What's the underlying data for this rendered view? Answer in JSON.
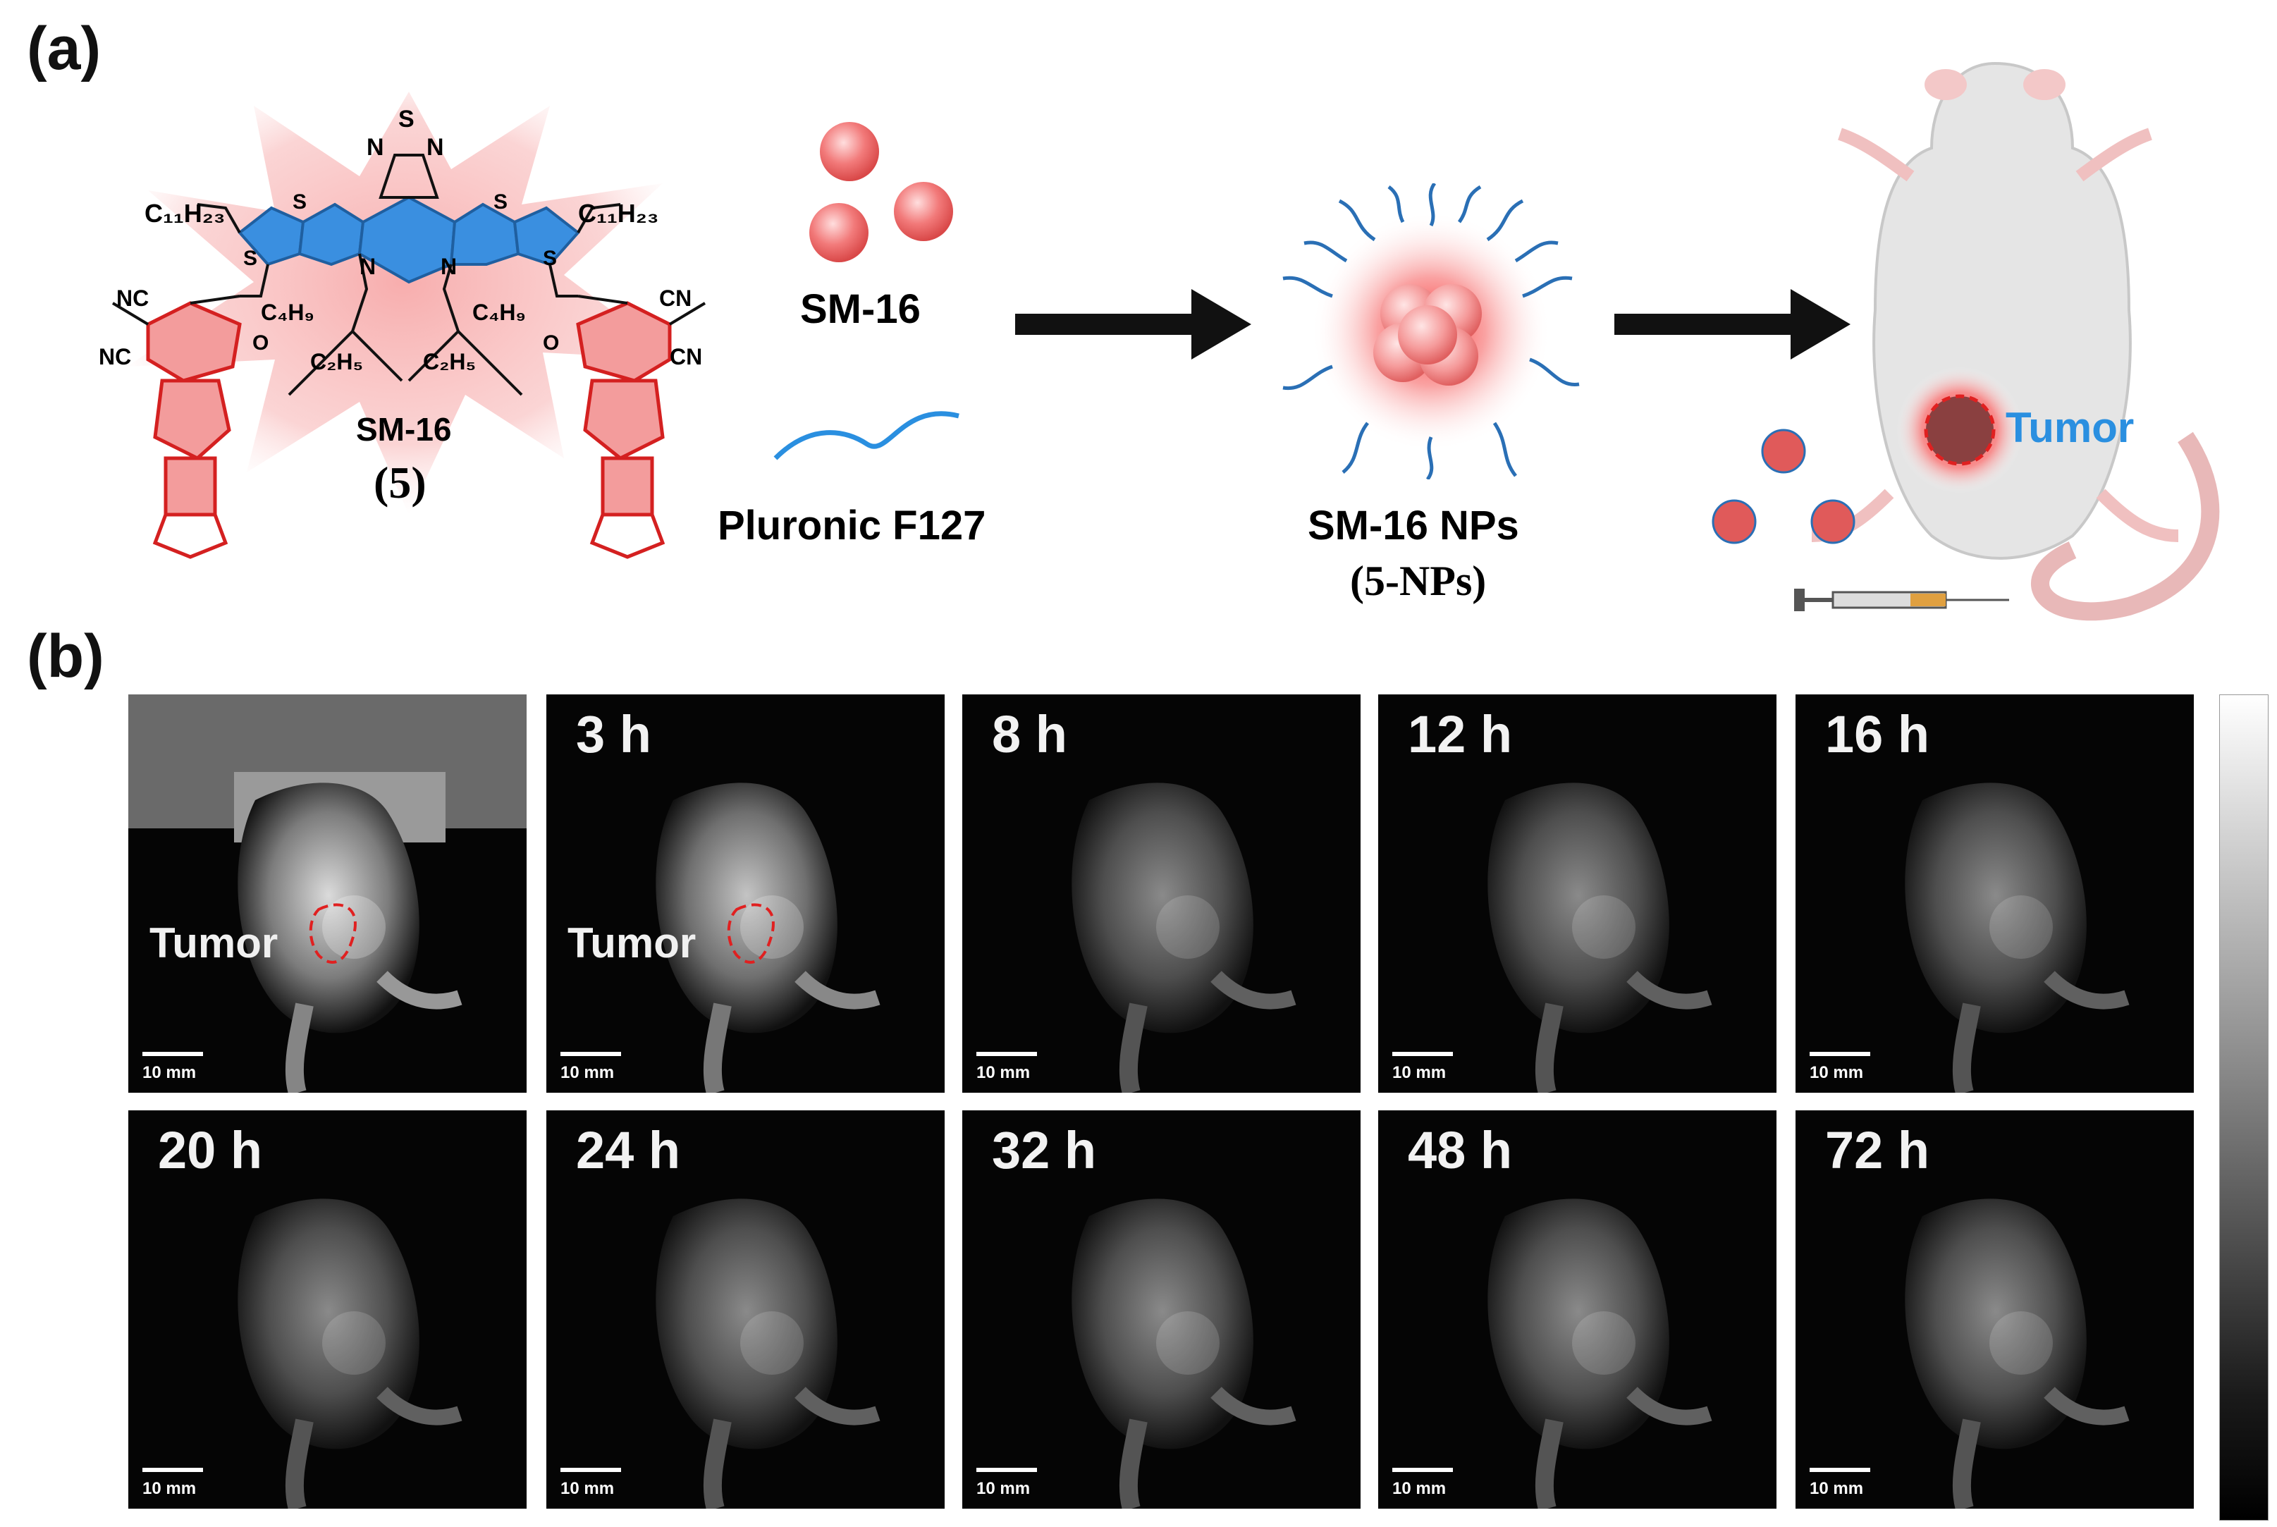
{
  "panel_a": {
    "label": "(a)",
    "molecule_name": "SM-16",
    "compound_number": "(5)",
    "substituents": {
      "alkyl_left": "C₁₁H₂₃",
      "alkyl_right": "C₁₁H₂₃",
      "branch_c4h9_left": "C₄H₉",
      "branch_c4h9_right": "C₄H₉",
      "branch_c2h5_left": "C₂H₅",
      "branch_c2h5_right": "C₂H₅",
      "nc_top": "NC",
      "nc_bottom": "NC",
      "cn_top": "CN",
      "cn_bottom": "CN",
      "n_left": "N",
      "n_right": "N",
      "s_thiadiazole": "S",
      "n_thiadiazole_left": "N",
      "n_thiadiazole_right": "N",
      "s_left": "S",
      "s_left2": "S",
      "s_right": "S",
      "s_right2": "S",
      "o_left": "O",
      "o_right": "O"
    },
    "ingredient_sm16": "SM-16",
    "ingredient_polymer": "Pluronic F127",
    "np_name": "SM-16 NPs",
    "np_number": "(5-NPs)",
    "tumor_label": "Tumor"
  },
  "panel_b": {
    "label": "(b)",
    "scale_bar": "10 mm",
    "tumor_label": "Tumor",
    "timepoints": [
      "",
      "3 h",
      "8 h",
      "12 h",
      "16 h",
      "20 h",
      "24 h",
      "32 h",
      "48 h",
      "72 h"
    ]
  },
  "colors": {
    "glow": "#f5a5a5",
    "blue_core": "#3a8fe0",
    "red_ring": "#e03030",
    "tumor_outline": "#e02020",
    "text_blue": "#2a8fe0"
  }
}
